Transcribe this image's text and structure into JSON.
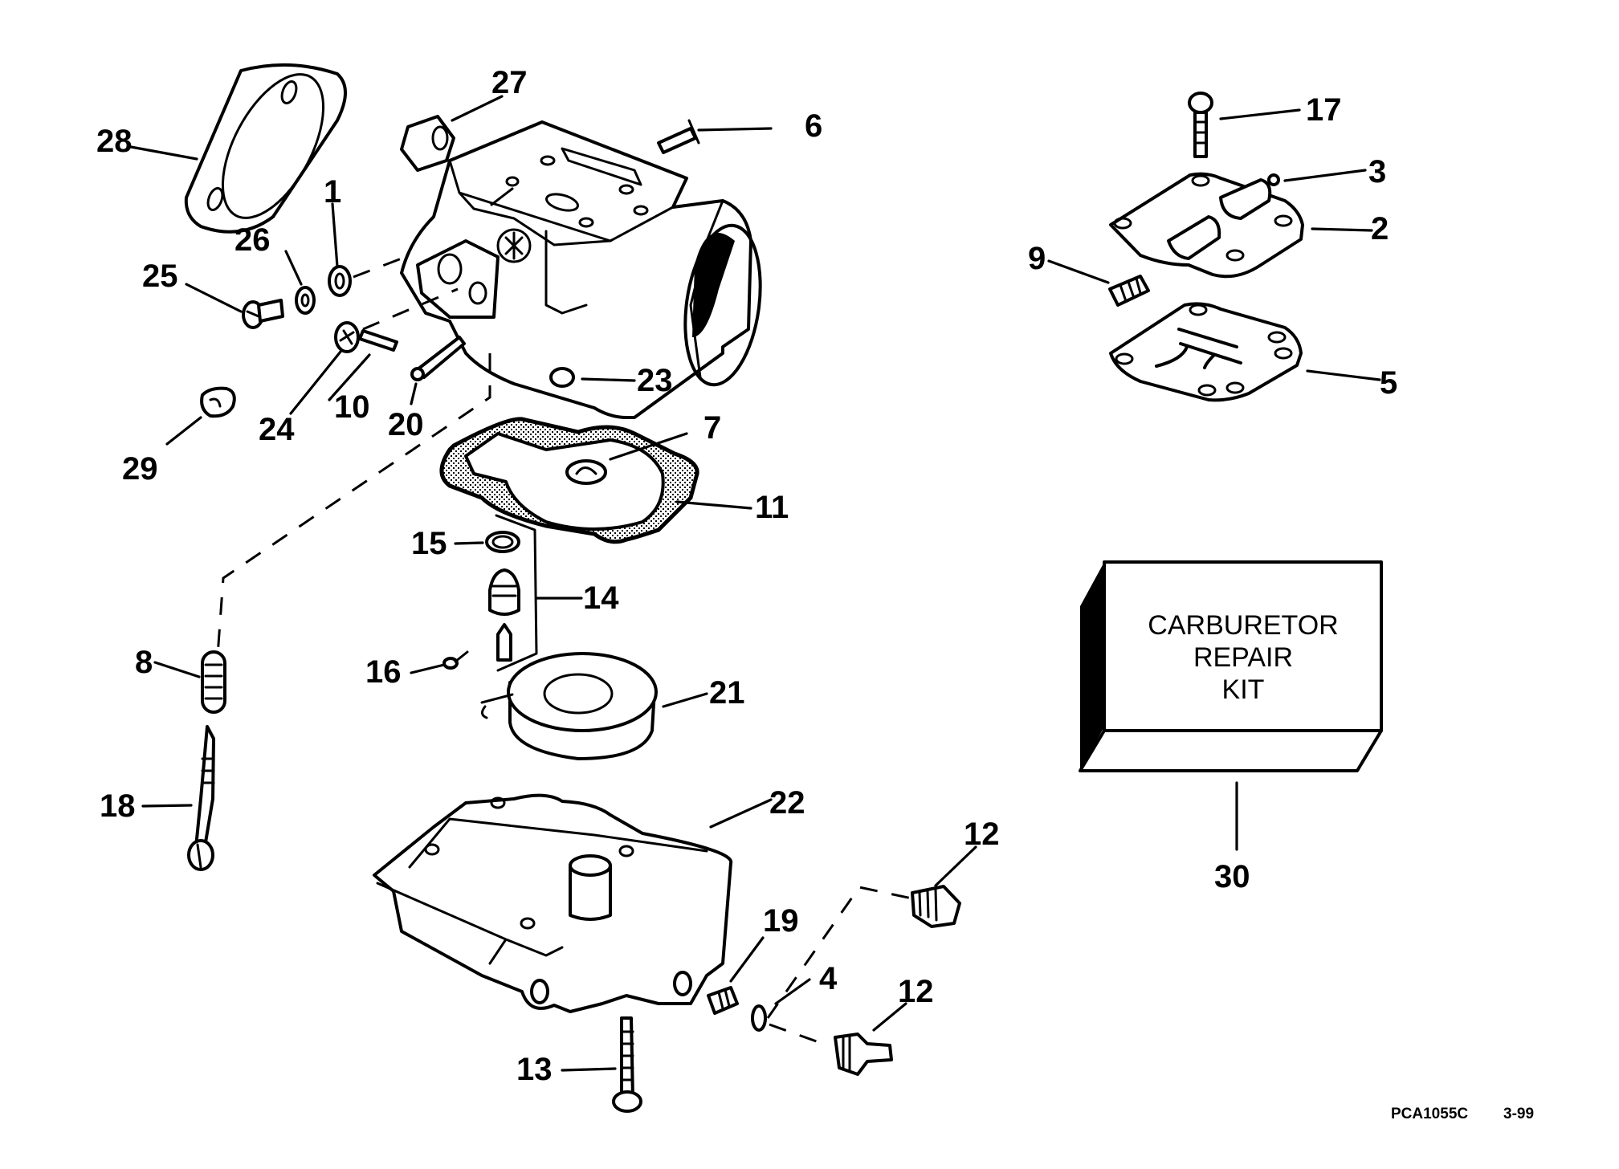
{
  "diagram": {
    "title": "Carburetor exploded parts diagram",
    "reference_code": "PCA1055C",
    "revision": "3-99",
    "callouts": {
      "c1": "1",
      "c2": "2",
      "c3": "3",
      "c4": "4",
      "c5": "5",
      "c6": "6",
      "c7": "7",
      "c8": "8",
      "c9": "9",
      "c10": "10",
      "c11": "11",
      "c12a": "12",
      "c12b": "12",
      "c13": "13",
      "c14": "14",
      "c15": "15",
      "c16": "16",
      "c17": "17",
      "c18": "18",
      "c19": "19",
      "c20": "20",
      "c21": "21",
      "c22": "22",
      "c23": "23",
      "c24": "24",
      "c25": "25",
      "c26": "26",
      "c27": "27",
      "c28": "28",
      "c29": "29",
      "c30": "30"
    },
    "repair_kit": {
      "line1": "CARBURETOR",
      "line2": "REPAIR",
      "line3": "KIT"
    },
    "colors": {
      "ink": "#000000",
      "paper": "#ffffff"
    }
  }
}
